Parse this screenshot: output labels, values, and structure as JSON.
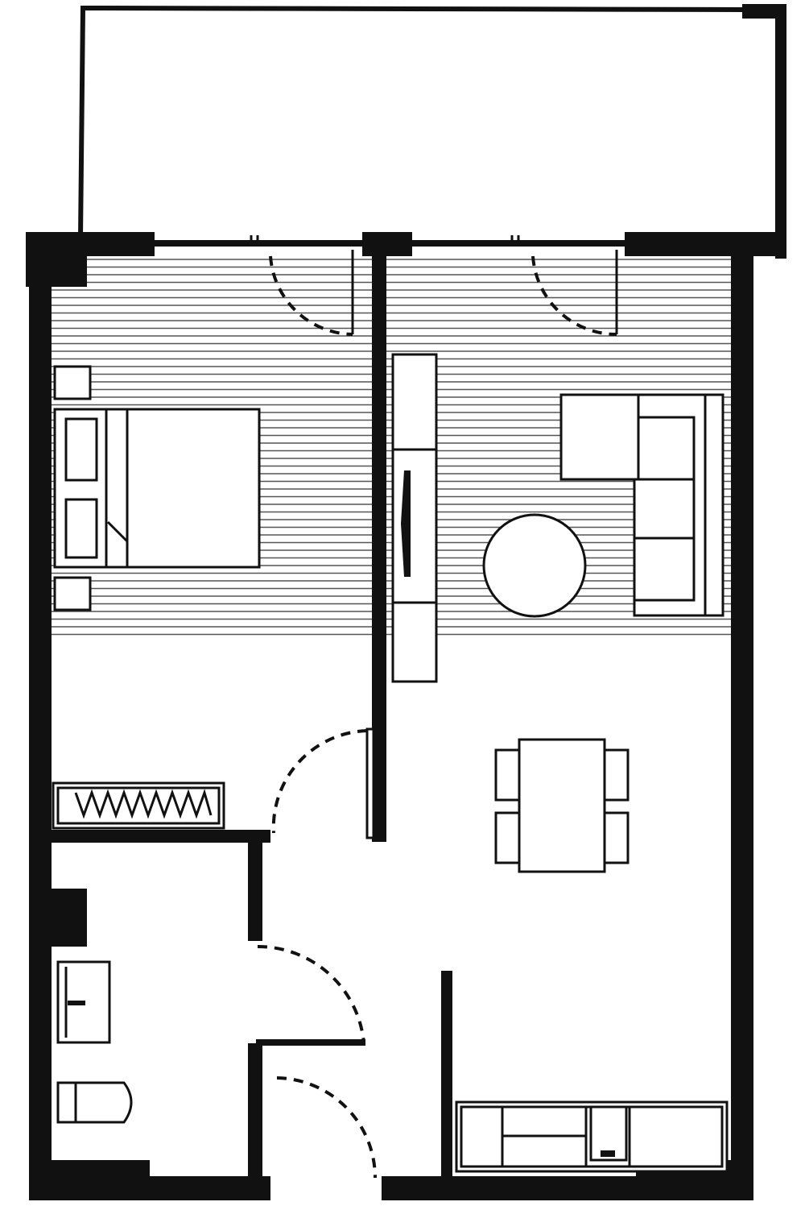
{
  "plan": {
    "type": "apartment floor plan",
    "style": "black and white line drawing",
    "rooms": [
      "balcony",
      "bedroom",
      "living",
      "dining",
      "kitchen",
      "bathroom",
      "entry"
    ],
    "colors": {
      "wall": "#111111",
      "background": "#ffffff",
      "floor_hatch": "#555555"
    }
  }
}
